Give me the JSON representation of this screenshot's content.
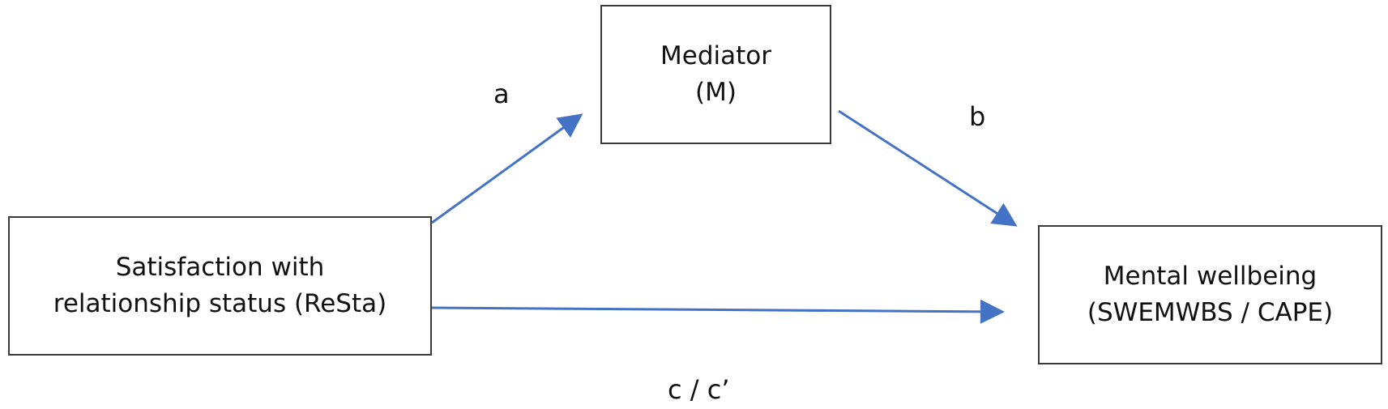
{
  "nodes": {
    "predictor": {
      "line1": "Satisfaction with",
      "line2": "relationship status (ReSta)"
    },
    "mediator": {
      "line1": "Mediator",
      "line2": "(M)"
    },
    "outcome": {
      "line1": "Mental wellbeing",
      "line2": "(SWEMWBS / CAPE)"
    }
  },
  "paths": {
    "a": "a",
    "b": "b",
    "c": "c / c’"
  },
  "colors": {
    "arrow": "#4472C4",
    "box_border": "#3a3a3a"
  }
}
